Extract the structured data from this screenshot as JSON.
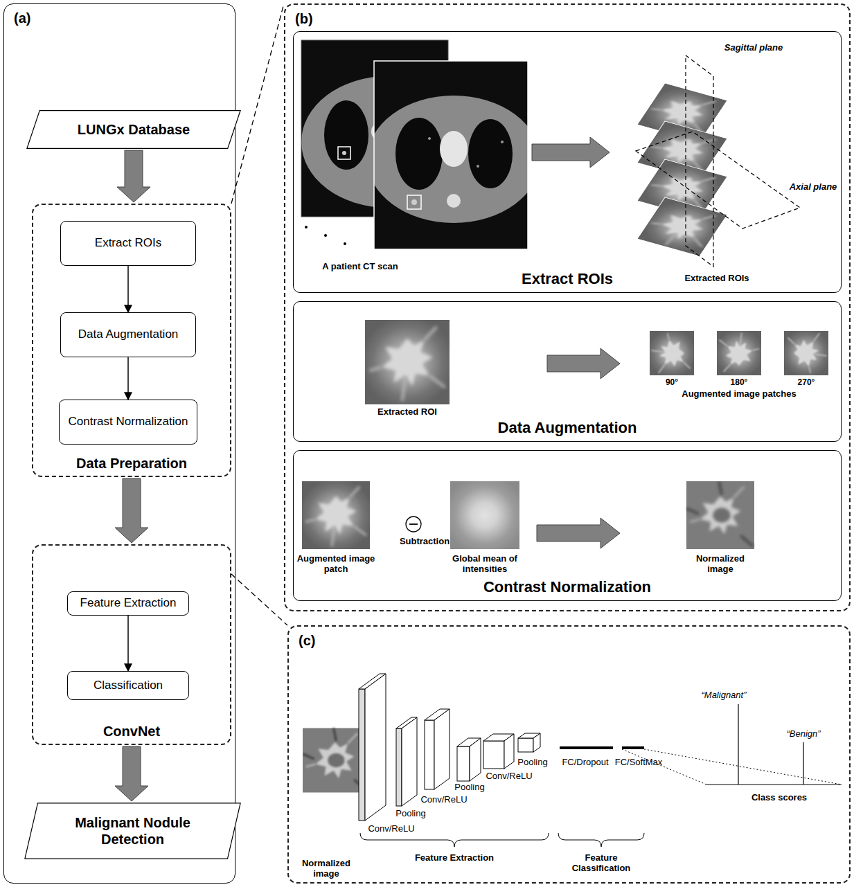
{
  "diagram": {
    "nodes": [
      {
        "text": [
          "(a)"
        ]
      },
      {
        "text": [
          "LUNGx Database"
        ],
        "in": 0
      },
      {
        "text": [
          "Data Preparation"
        ],
        "in": 0
      },
      {
        "text": [
          "Extract ROIs"
        ],
        "in": 2
      },
      {
        "text": [
          "Data Augmentation"
        ],
        "in": 2
      },
      {
        "text": [
          "Contrast Normalization"
        ],
        "in": 2
      },
      {
        "text": [
          "ConvNet"
        ],
        "in": 0
      },
      {
        "text": [
          "Feature Extraction"
        ],
        "in": 6
      },
      {
        "text": [
          "Classification"
        ],
        "in": 6
      },
      {
        "text": [
          "Malignant Nodule Detection"
        ],
        "in": 0
      },
      {
        "text": [
          "(b)"
        ]
      },
      {
        "text": [
          "Extract ROIs"
        ],
        "in": 10
      },
      {
        "text": [
          "Data Augmentation"
        ],
        "in": 10
      },
      {
        "text": [
          "Contrast Normalization"
        ],
        "in": 10
      },
      {
        "text": [
          "(c)"
        ]
      }
    ],
    "edges": [
      {
        "from": 1,
        "to": 2,
        "arrow": "to"
      },
      {
        "from": 3,
        "to": 4,
        "arrow": "to"
      },
      {
        "from": 4,
        "to": 5,
        "arrow": "to"
      },
      {
        "from": 2,
        "to": 6,
        "arrow": "to"
      },
      {
        "from": 7,
        "to": 8,
        "arrow": "to"
      },
      {
        "from": 6,
        "to": 9,
        "arrow": "to"
      },
      {
        "from": 2,
        "to": 10,
        "arrow": "none"
      },
      {
        "from": 6,
        "to": 14,
        "arrow": "none"
      }
    ],
    "labels": [
      "Sagittal plane",
      "Axial plane",
      "A patient CT scan",
      "Extracted ROIs",
      "Extracted ROI",
      "90°",
      "180°",
      "270°",
      "Augmented image patches",
      "Subtraction",
      "Augmented image patch",
      "Global mean of intensities",
      "Normalized image",
      "Normalized image",
      "Conv/ReLU",
      "Pooling",
      "Conv/ReLU",
      "Pooling",
      "Conv/ReLU",
      "Pooling",
      "Feature Extraction",
      "FC/Dropout",
      "FC/SoftMax",
      "Feature Classification",
      "“Malignant”",
      "“Benign”",
      "Class scores"
    ]
  }
}
